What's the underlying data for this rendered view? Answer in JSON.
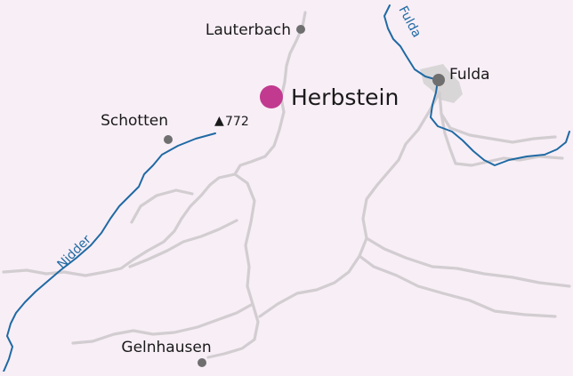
{
  "map": {
    "colors": {
      "background": "#f8eef6",
      "road": "#d2cdd0",
      "river": "#1f6aa3",
      "urban_area": "#d9d6d8",
      "highlight": "#c13a8f",
      "town_dot": "#6f6f6f"
    },
    "places": {
      "herbstein": "Herbstein",
      "lauterbach": "Lauterbach",
      "fulda": "Fulda",
      "schotten": "Schotten",
      "gelnhausen": "Gelnhausen"
    },
    "rivers": {
      "fulda": "Fulda",
      "nidder": "Nidder"
    },
    "peak": {
      "symbol": "▲",
      "elevation": "772"
    }
  }
}
